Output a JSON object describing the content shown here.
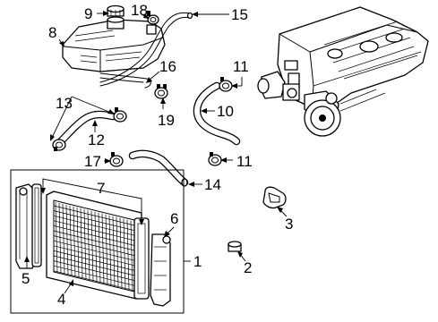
{
  "title": "",
  "callouts": {
    "c1": "1",
    "c2": "2",
    "c3": "3",
    "c4": "4",
    "c5": "5",
    "c6": "6",
    "c7": "7",
    "c8": "8",
    "c9": "9",
    "c10": "10",
    "c11a": "11",
    "c11b": "11",
    "c12": "12",
    "c13": "13",
    "c14": "14",
    "c15": "15",
    "c16": "16",
    "c17": "17",
    "c18": "18",
    "c19": "19"
  }
}
